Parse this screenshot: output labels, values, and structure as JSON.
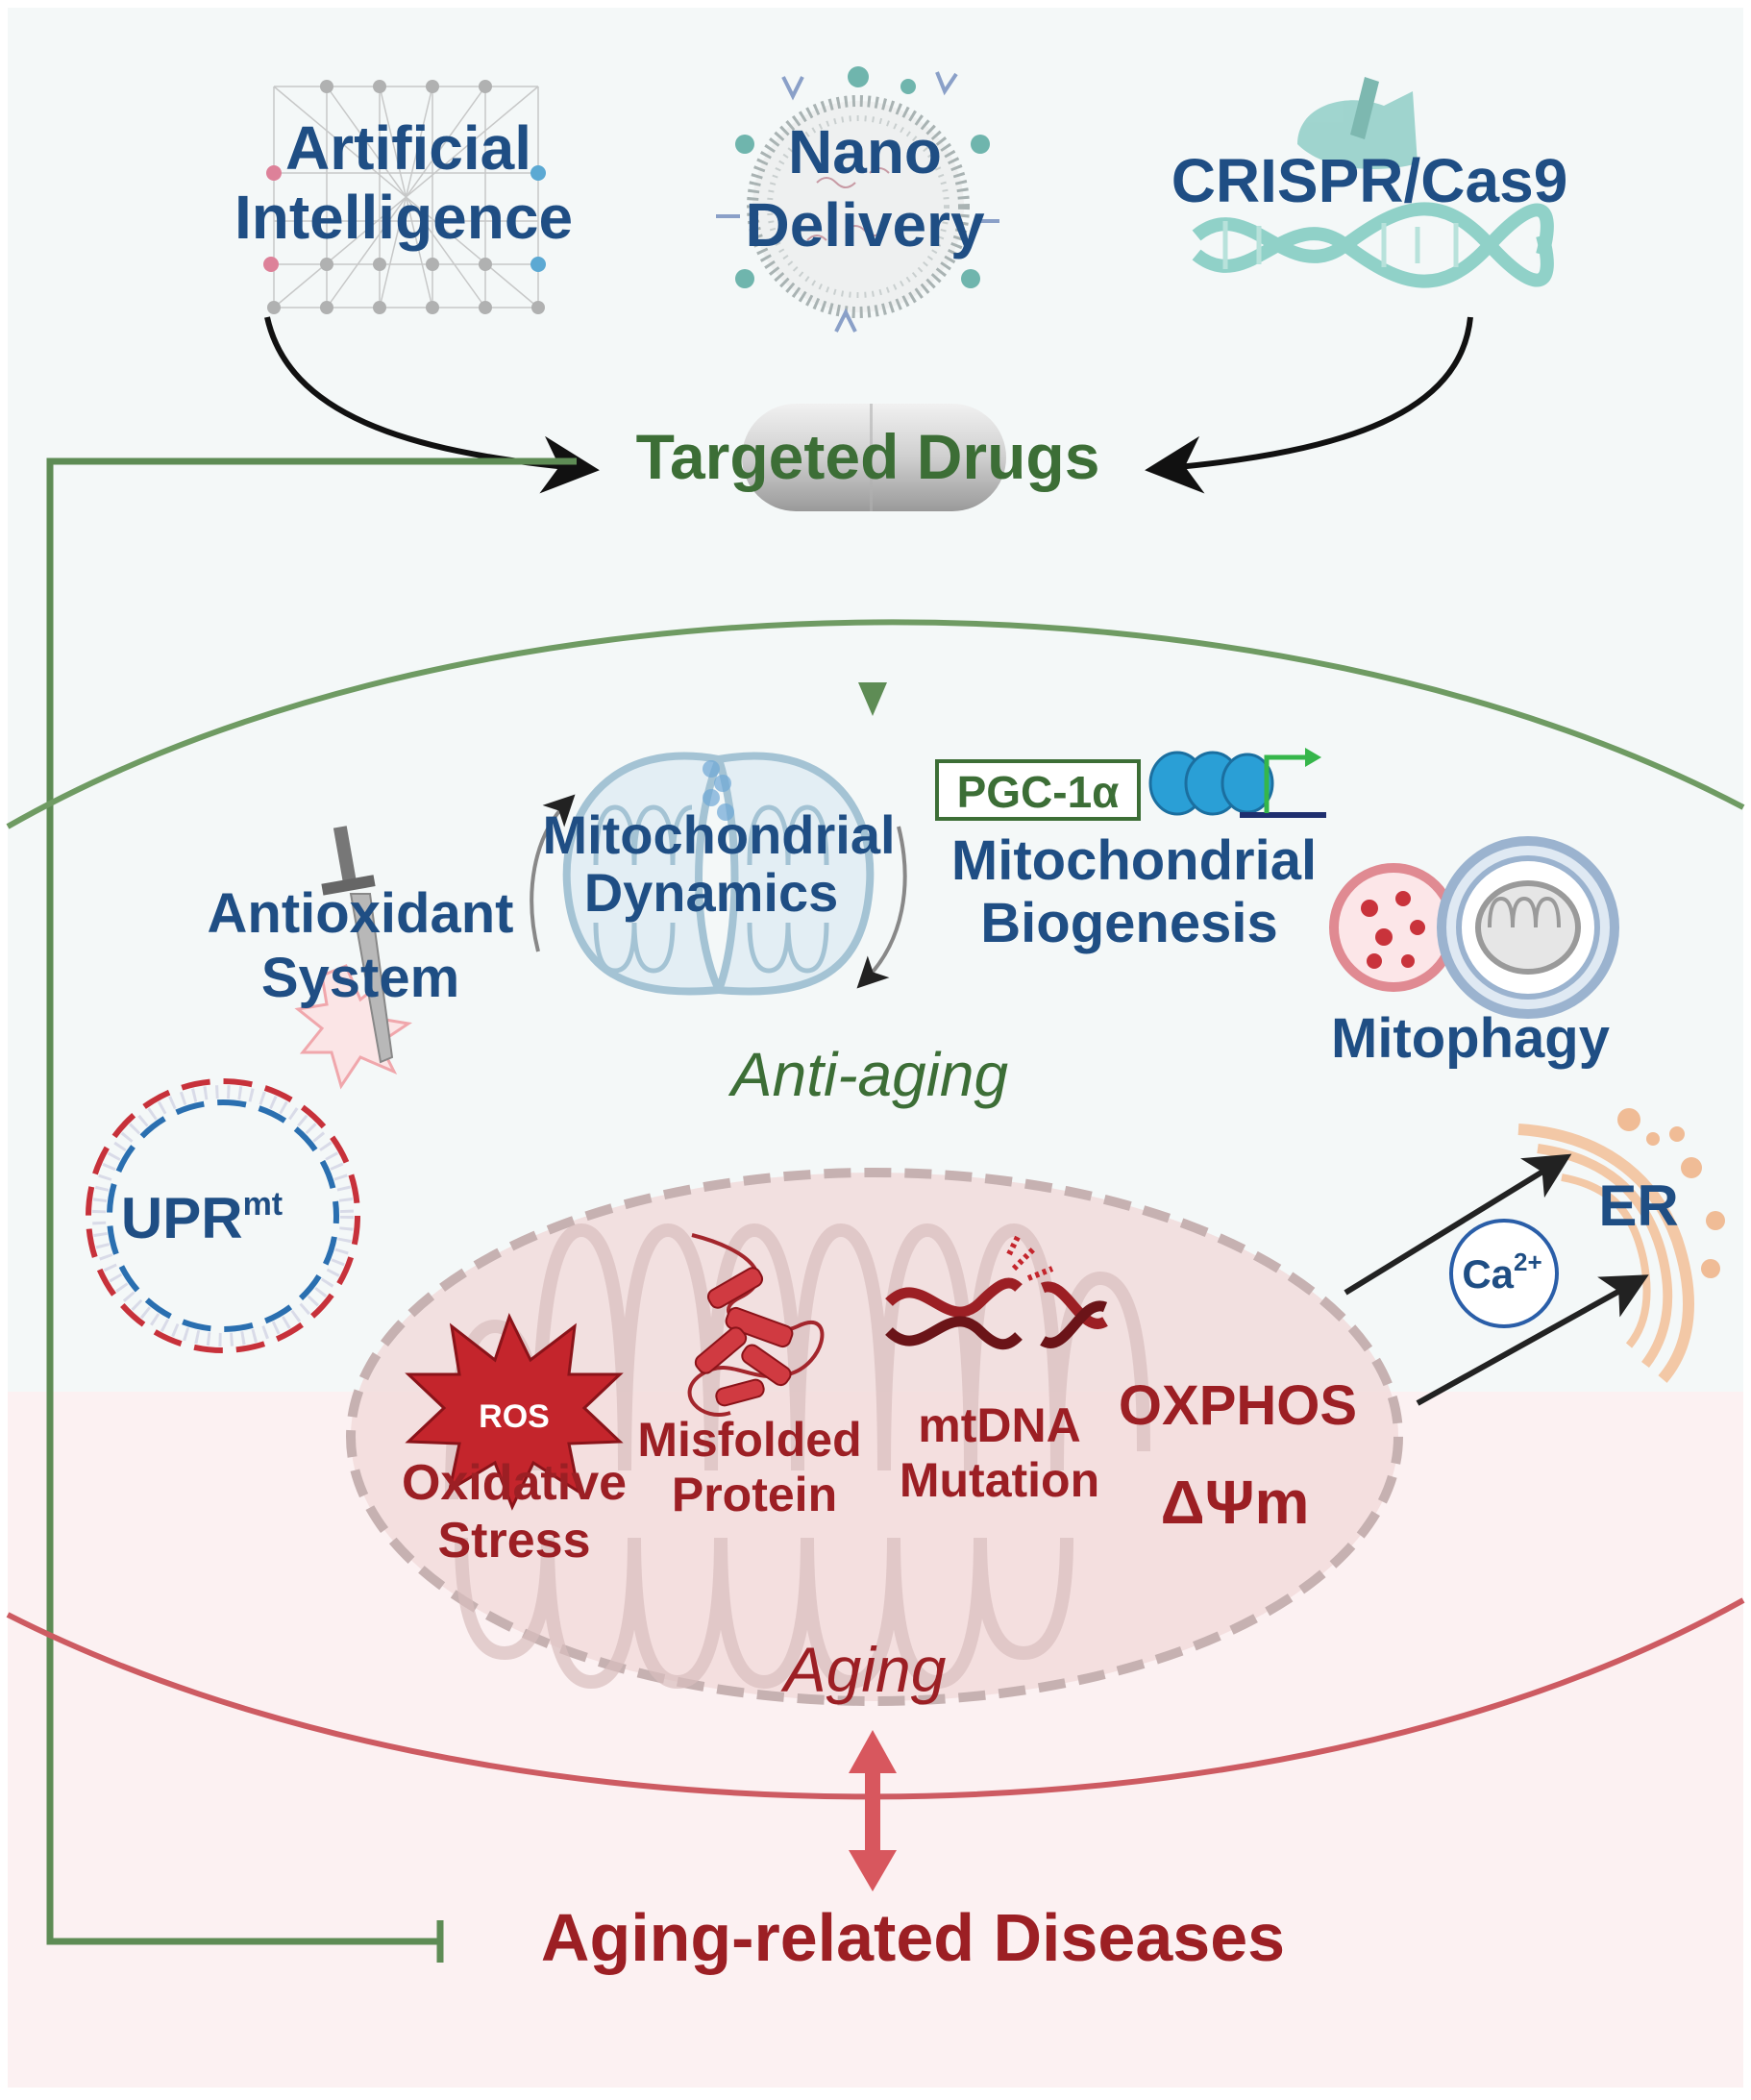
{
  "tech": {
    "ai_line1": "Artificial",
    "ai_line2": "Intelligence",
    "nano_line1": "Nano",
    "nano_line2": "Delivery",
    "crispr": "CRISPR/Cas9"
  },
  "targeted_drugs": "Targeted Drugs",
  "anti_aging": {
    "label": "Anti-aging",
    "antioxidant_line1": "Antioxidant",
    "antioxidant_line2": "System",
    "dynamics_line1": "Mitochondrial",
    "dynamics_line2": "Dynamics",
    "pgc": "PGC-1α",
    "biogenesis_line1": "Mitochondrial",
    "biogenesis_line2": "Biogenesis",
    "mitophagy": "Mitophagy"
  },
  "upr": {
    "base": "UPR",
    "sup": "mt"
  },
  "er": {
    "label": "ER",
    "ca_base": "Ca",
    "ca_sup": "2+"
  },
  "aging": {
    "label": "Aging",
    "ros": "ROS",
    "oxidative_line1": "Oxidative",
    "oxidative_line2": "Stress",
    "misfolded_line1": "Misfolded",
    "misfolded_line2": "Protein",
    "mtdna_line1": "mtDNA",
    "mtdna_line2": "Mutation",
    "oxphos": "OXPHOS",
    "delta_psi": "ΔΨm"
  },
  "diseases": "Aging-related Diseases",
  "colors": {
    "blue_text": "#1f4e84",
    "red_text": "#9c1f24",
    "green_text": "#3c6e36",
    "green_line": "#5e8c55",
    "red_line": "#cd5b62",
    "top_bg": "#f4f8f8",
    "bottom_bg": "#fcf1f2"
  }
}
